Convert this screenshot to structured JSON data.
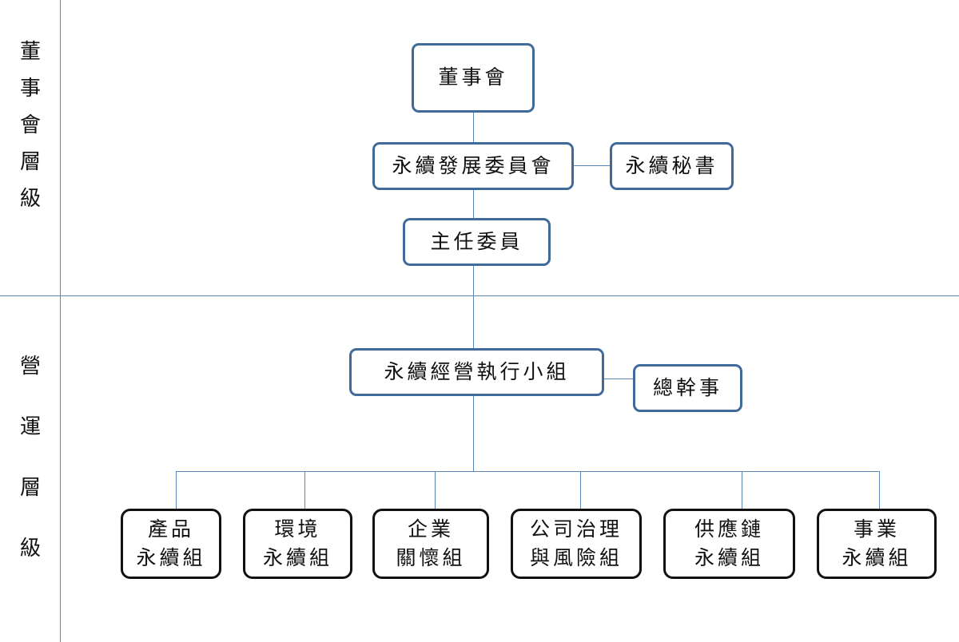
{
  "side_labels": {
    "board_level": [
      "董",
      "事",
      "會",
      "層",
      "級"
    ],
    "operations_level": [
      "營",
      "運",
      "層",
      "級"
    ]
  },
  "nodes": {
    "board": "董事會",
    "sustainability_committee": "永續發展委員會",
    "sustainability_secretary": "永續秘書",
    "chairman": "主任委員",
    "executive_team": "永續經營執行小組",
    "general_secretary": "總幹事",
    "groups": [
      {
        "line1": "產品",
        "line2": "永續組"
      },
      {
        "line1": "環境",
        "line2": "永續組"
      },
      {
        "line1": "企業",
        "line2": "關懷組"
      },
      {
        "line1": "公司治理",
        "line2": "與風險組"
      },
      {
        "line1": "供應鏈",
        "line2": "永續組"
      },
      {
        "line1": "事業",
        "line2": "永續組"
      }
    ]
  },
  "colors": {
    "line": "#5b86b5",
    "blue_border": "#3f6a99",
    "black_border": "#111111"
  }
}
